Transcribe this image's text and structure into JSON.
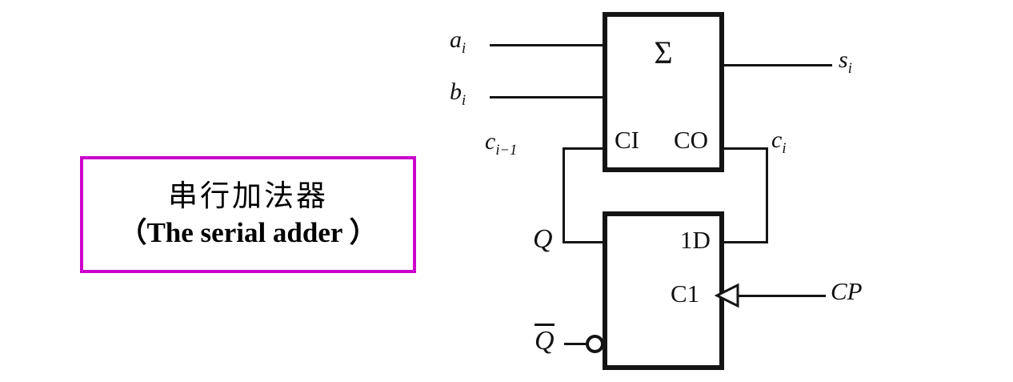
{
  "title_box": {
    "line1": "串行加法器",
    "line2": "（The serial adder ）",
    "border_color": "#cc00cc"
  },
  "adder": {
    "sigma": "Σ",
    "carry_in": "CI",
    "carry_out": "CO"
  },
  "flipflop": {
    "d_input": "1D",
    "clock_input": "C1"
  },
  "signals": {
    "a": {
      "base": "a",
      "sub": "i"
    },
    "b": {
      "base": "b",
      "sub": "i"
    },
    "s": {
      "base": "s",
      "sub": "i"
    },
    "c_in": {
      "base": "c",
      "sub": "i−1"
    },
    "c_out": {
      "base": "c",
      "sub": "i"
    },
    "q": "Q",
    "q_bar": "Q",
    "cp": "CP"
  }
}
